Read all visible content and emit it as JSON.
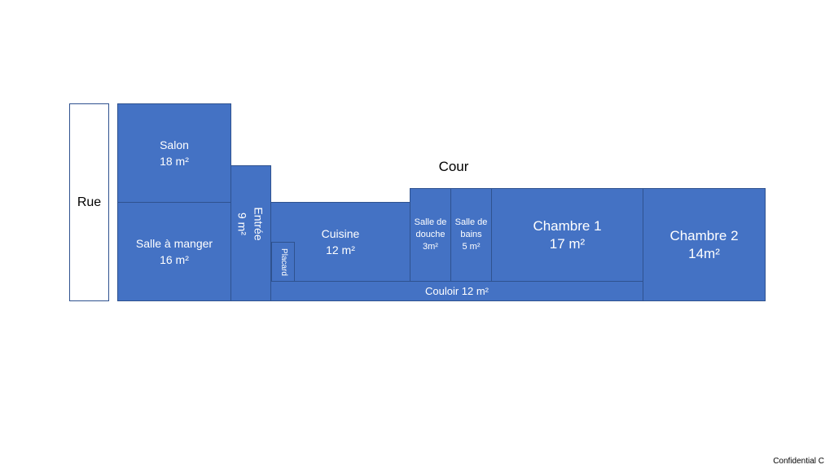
{
  "labels": {
    "rue": "Rue",
    "cour": "Cour",
    "confidential": "Confidential C"
  },
  "rooms": {
    "salon": {
      "name": "Salon",
      "area": "18 m²"
    },
    "salle_a_manger": {
      "name": "Salle à manger",
      "area": "16 m²"
    },
    "entree": {
      "name": "Entrée",
      "area": "9 m²"
    },
    "cuisine": {
      "name": "Cuisine",
      "area": "12 m²"
    },
    "placard": {
      "name": "Placard"
    },
    "salle_de_douche": {
      "line1": "Salle de",
      "line2": "douche",
      "area": "3m²"
    },
    "salle_de_bains": {
      "line1": "Salle de",
      "line2": "bains",
      "area": "5 m²"
    },
    "chambre_1": {
      "name": "Chambre 1",
      "area": "17 m²"
    },
    "chambre_2": {
      "name": "Chambre 2",
      "area": "14m²"
    },
    "couloir": {
      "name": "Couloir 12 m²"
    }
  },
  "colors": {
    "room_fill": "#4472c4",
    "room_border": "#2f528f",
    "text_on_room": "#ffffff"
  }
}
